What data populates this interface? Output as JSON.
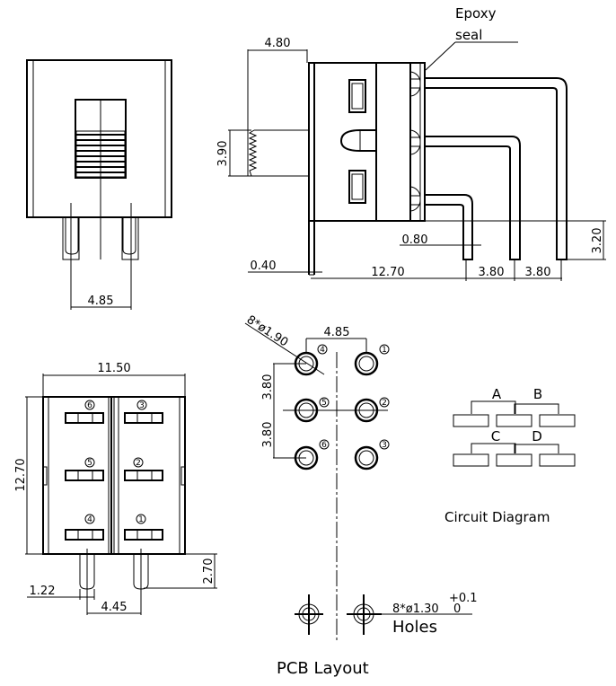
{
  "front_view": {
    "pin_pitch": "4.85"
  },
  "side_view": {
    "callout": {
      "line1": "Epoxy",
      "line2": "seal"
    },
    "actuator_length": "4.80",
    "actuator_height": "3.90",
    "pin_width": "0.80",
    "pin_length": "3.20",
    "shell_thickness": "0.40",
    "body_length": "12.70",
    "pin_spacing_1": "3.80",
    "pin_spacing_2": "3.80"
  },
  "bottom_view": {
    "width": "11.50",
    "height": "12.70",
    "pin_width": "1.22",
    "pin_pitch": "4.45",
    "pin_length": "2.70",
    "pin_labels": [
      "6",
      "3",
      "5",
      "2",
      "4",
      "1"
    ]
  },
  "pcb_layout": {
    "title": "PCB Layout",
    "pad_callout": "8*ø1.90",
    "col_pitch": "4.85",
    "row_pitch_1": "3.80",
    "row_pitch_2": "3.80",
    "pin_labels": [
      "4",
      "1",
      "5",
      "2",
      "6",
      "3"
    ],
    "hole_callout": "8*ø1.30",
    "hole_tol_upper": "+0.1",
    "hole_tol_lower": "0",
    "hole_label": "Holes"
  },
  "circuit": {
    "title": "Circuit Diagram",
    "labels": [
      "A",
      "B",
      "C",
      "D"
    ]
  }
}
